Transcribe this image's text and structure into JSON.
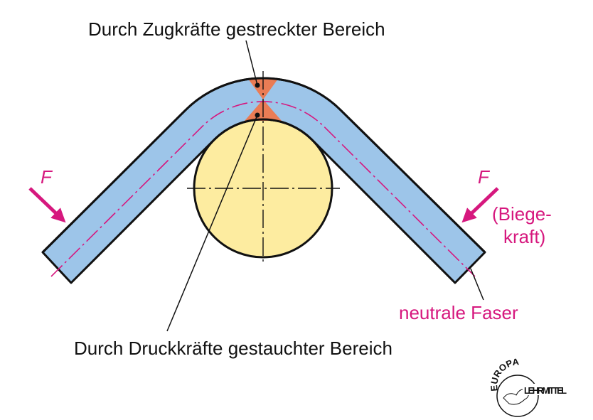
{
  "labels": {
    "tension_zone": "Durch Zugkräfte gestreckter Bereich",
    "compression_zone": "Durch Druckkräfte gestauchter Bereich",
    "force_left": "F",
    "force_right": "F",
    "bending_force_line1": "(Biege-",
    "bending_force_line2": "kraft)",
    "neutral_fiber": "neutrale Faser"
  },
  "logo": {
    "top": "EUROPA",
    "bottom": "LEHRMITTEL"
  },
  "colors": {
    "bar": "#9dc5e9",
    "roller": "#fdeca0",
    "zone": "#ea7c55",
    "accent": "#d6187e"
  }
}
